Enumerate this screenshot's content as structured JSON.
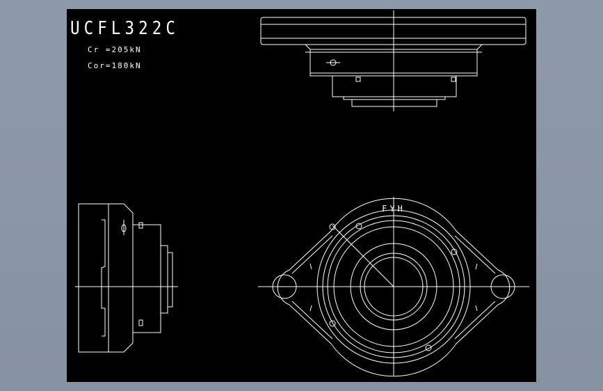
{
  "title": {
    "model": "UCFL322C",
    "cr": "Cr =205kN",
    "cor": "Cor=180kN"
  },
  "brand": "FYH",
  "colors": {
    "background": "#8c97a6",
    "viewport": "#000000",
    "lines": "#ffffff"
  }
}
